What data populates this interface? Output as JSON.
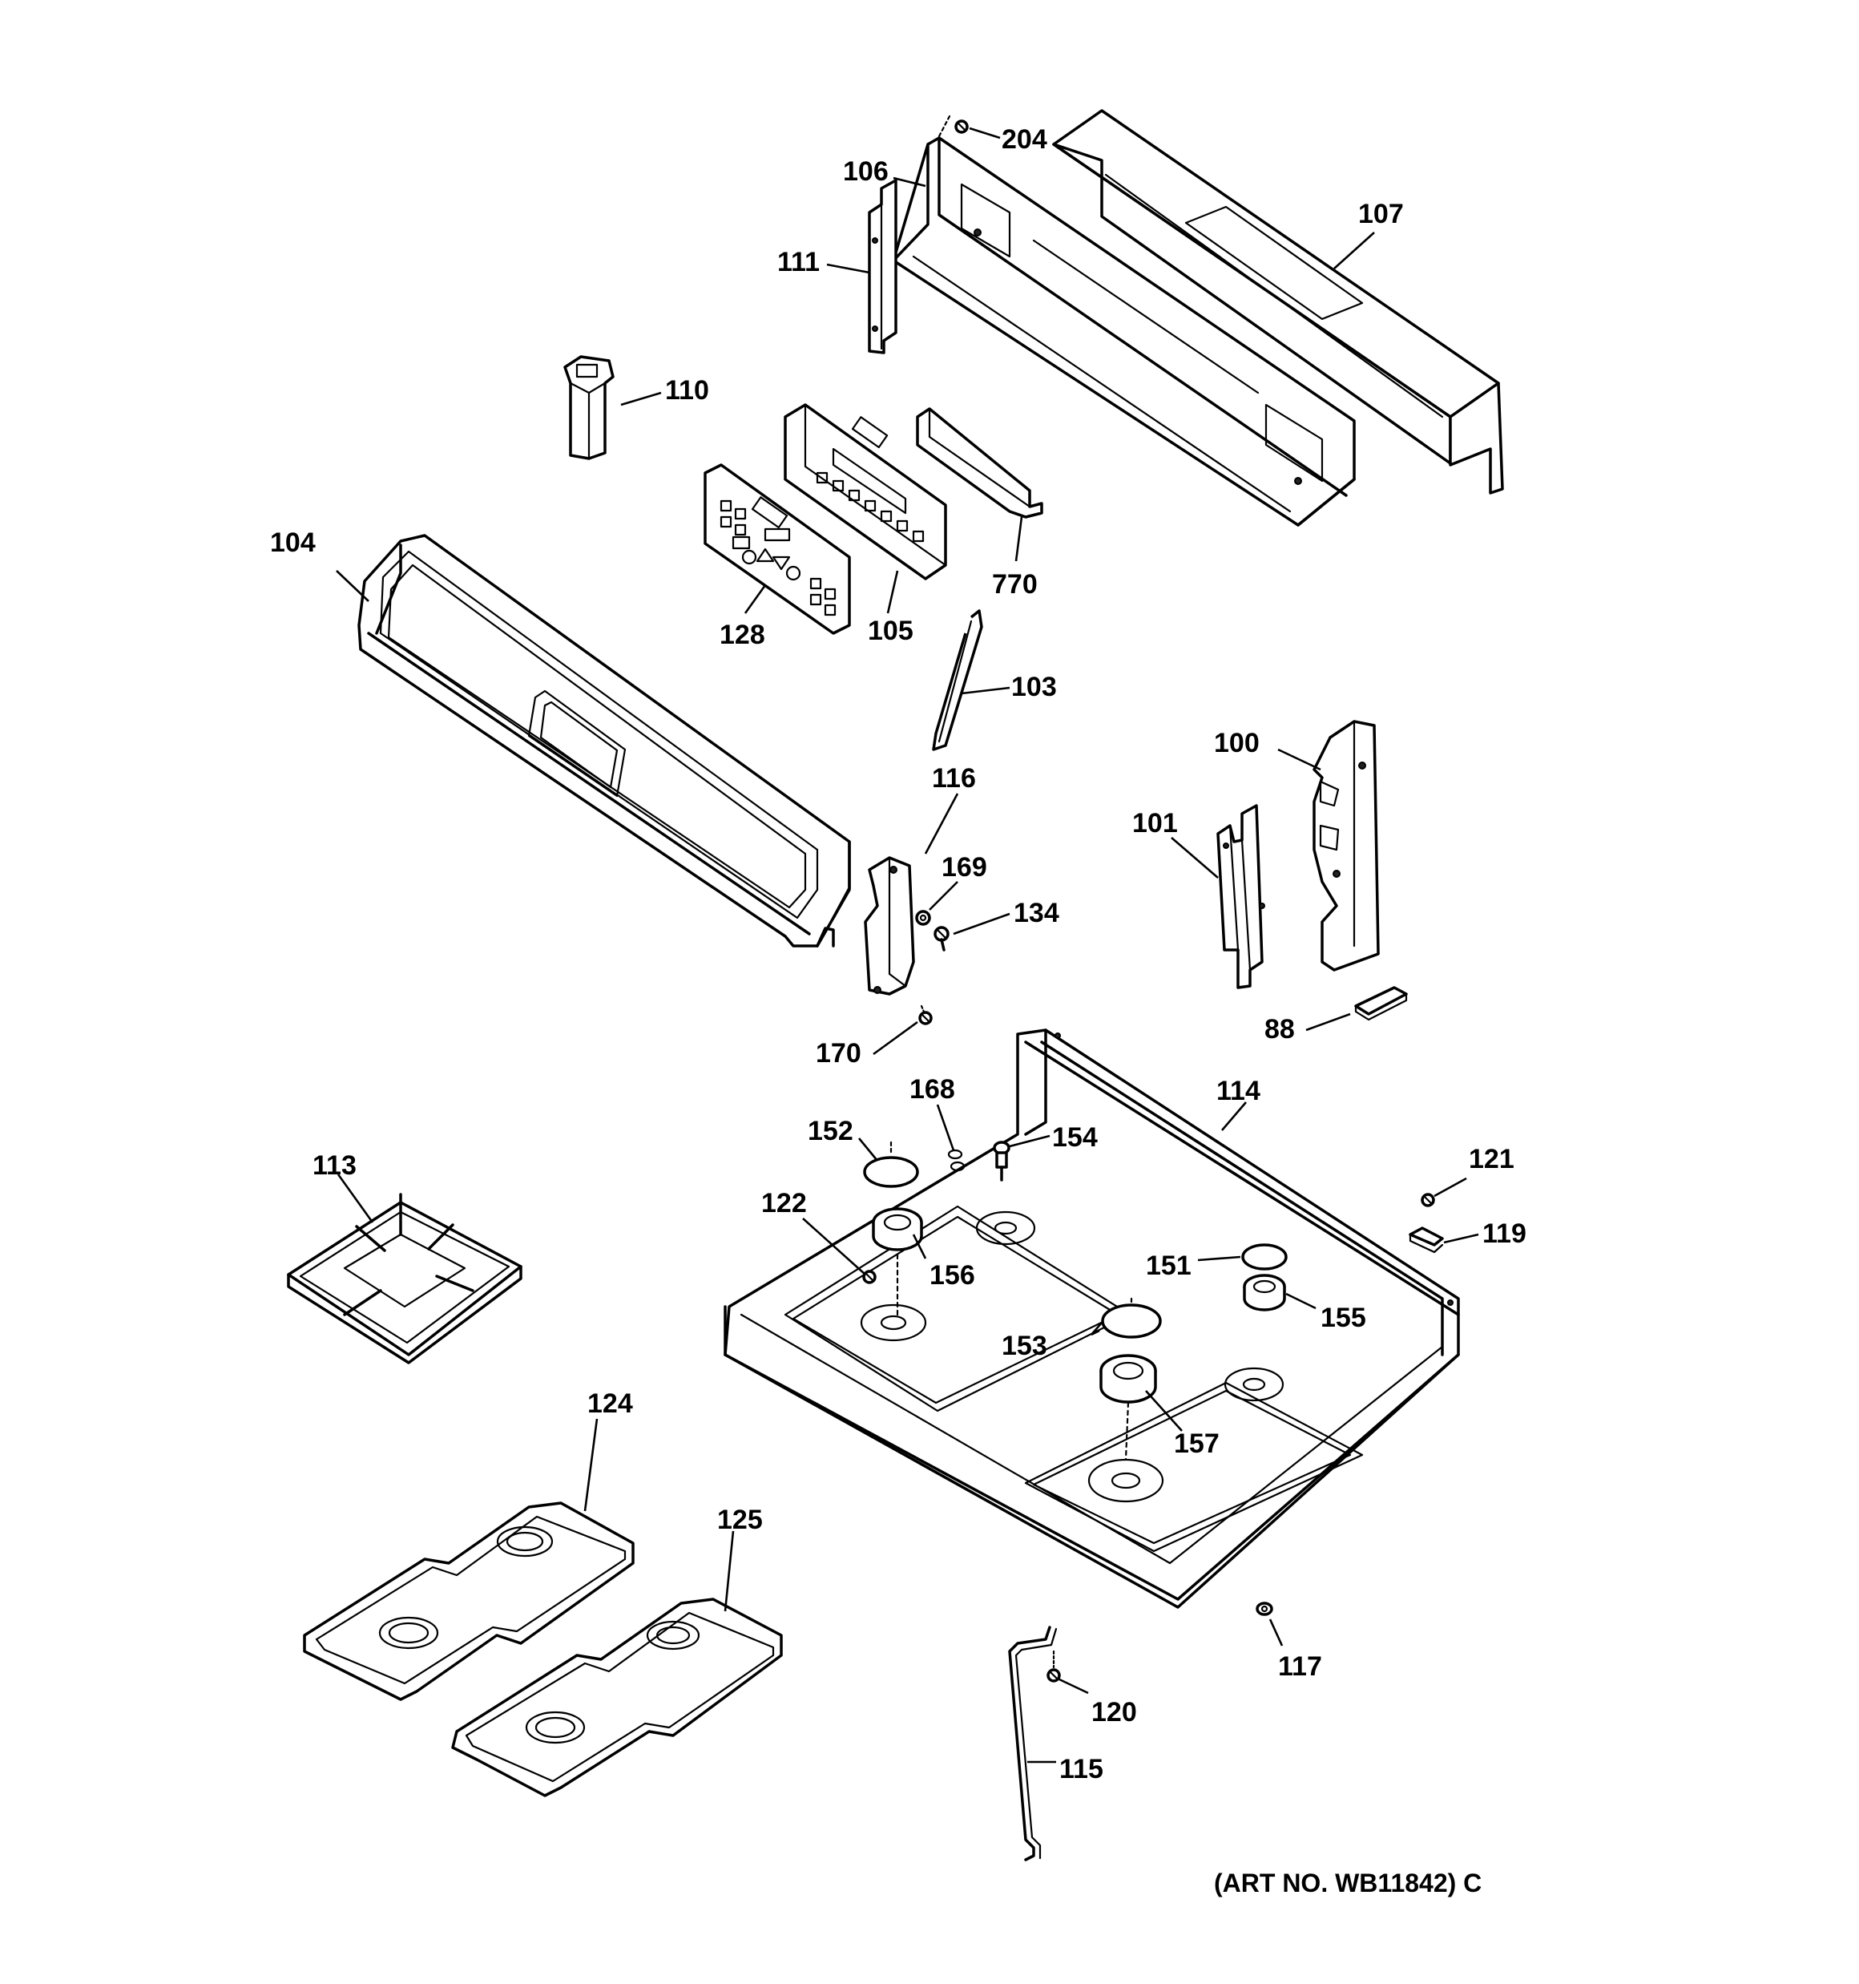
{
  "labels": {
    "p204": "204",
    "p106": "106",
    "p107": "107",
    "p111": "111",
    "p110": "110",
    "p104": "104",
    "p128": "128",
    "p105": "105",
    "p770": "770",
    "p103": "103",
    "p116": "116",
    "p100": "100",
    "p101": "101",
    "p169": "169",
    "p134": "134",
    "p170": "170",
    "p88": "88",
    "p114": "114",
    "p168": "168",
    "p152": "152",
    "p154": "154",
    "p113": "113",
    "p122": "122",
    "p156": "156",
    "p121": "121",
    "p119": "119",
    "p151": "151",
    "p153": "153",
    "p155": "155",
    "p124": "124",
    "p157": "157",
    "p125": "125",
    "p117": "117",
    "p120": "120",
    "p115": "115"
  },
  "art_number": "(ART NO. WB11842) C"
}
